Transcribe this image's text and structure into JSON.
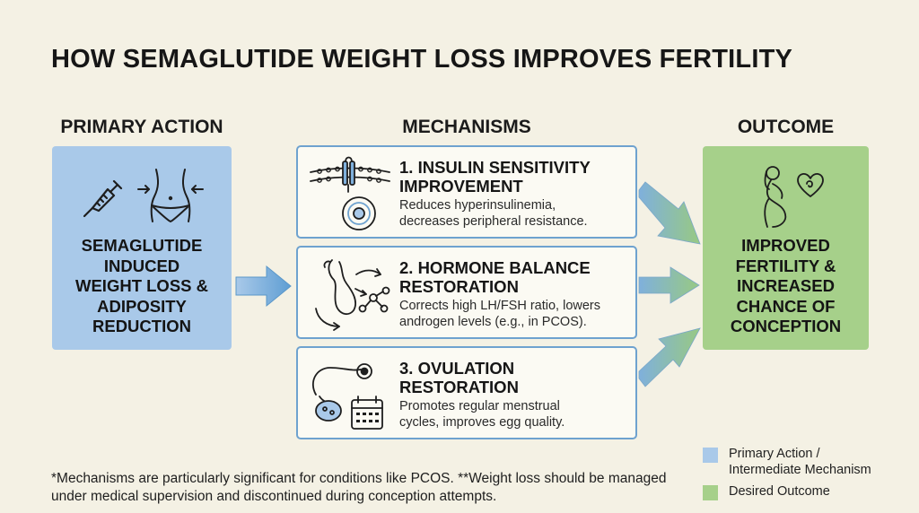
{
  "title": "HOW SEMAGLUTIDE WEIGHT LOSS IMPROVES FERTILITY",
  "columns": {
    "primary": "PRIMARY ACTION",
    "mechanisms": "MECHANISMS",
    "outcome": "OUTCOME"
  },
  "primary": {
    "text": "SEMAGLUTIDE\nINDUCED\nWEIGHT LOSS &\nADIPOSITY\nREDUCTION",
    "icons": [
      "syringe-icon",
      "waist-icon"
    ]
  },
  "mechanisms": [
    {
      "title": "1. INSULIN SENSITIVITY\nIMPROVEMENT",
      "desc": "Reduces hyperinsulinemia,\ndecreases peripheral resistance.",
      "icon": "cell-receptor-icon"
    },
    {
      "title": "2. HORMONE BALANCE\nRESTORATION",
      "desc": "Corrects high LH/FSH ratio, lowers\nandrogen levels (e.g., in PCOS).",
      "icon": "gland-molecule-icon"
    },
    {
      "title": "3. OVULATION\nRESTORATION",
      "desc": "Promotes regular menstrual\ncycles, improves egg quality.",
      "icon": "ovary-calendar-icon"
    }
  ],
  "outcome": {
    "text": "IMPROVED\nFERTILITY &\nINCREASED\nCHANCE OF\nCONCEPTION",
    "icon": "pregnant-woman-heart-icon"
  },
  "footnote": "*Mechanisms are particularly significant for conditions like PCOS. **Weight loss should be managed under medical supervision and discontinued during conception attempts.",
  "legend": [
    {
      "label": "Primary Action /\nIntermediate Mechanism",
      "color": "#a9c9e9"
    },
    {
      "label": "Desired Outcome",
      "color": "#a6d08a"
    }
  ],
  "colors": {
    "primary": "#a9c9e9",
    "outcome": "#a6d08a",
    "mechanism_border": "#6ea2cf",
    "background": "#f4f1e4"
  }
}
